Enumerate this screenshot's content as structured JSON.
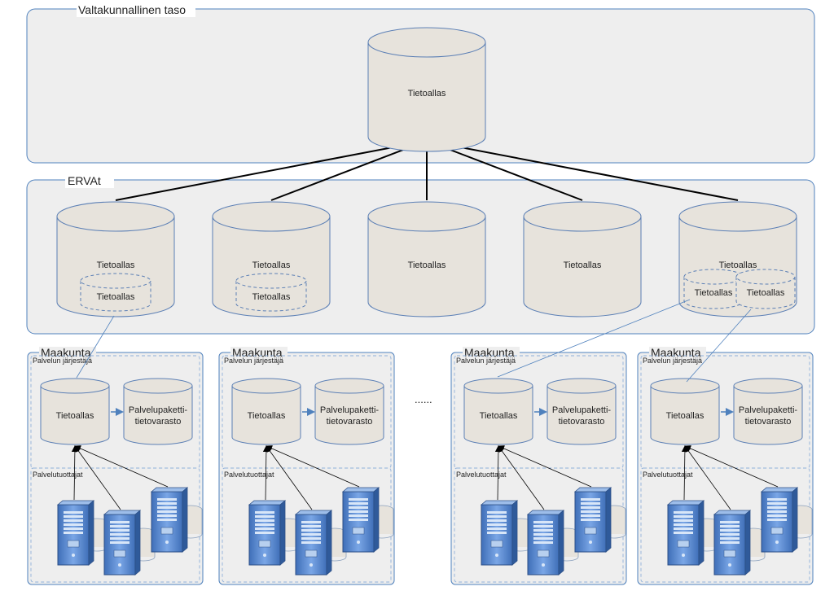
{
  "colors": {
    "panel_fill": "#eeeeee",
    "panel_stroke": "#4f81bd",
    "cylinder_fill": "#e7e3dc",
    "cylinder_stroke": "#5b7fb5",
    "arrow_black": "#000000",
    "connector_blue": "#4f81bd",
    "server_blue": "#5b8fd6"
  },
  "national": {
    "label": "Valtakunnallinen taso",
    "lake_label": "Tietoallas"
  },
  "ervat": {
    "label": "ERVAt",
    "lakes": [
      {
        "label": "Tietoallas",
        "sub": [
          "Tietoallas"
        ]
      },
      {
        "label": "Tietoallas",
        "sub": [
          "Tietoallas"
        ]
      },
      {
        "label": "Tietoallas",
        "sub": []
      },
      {
        "label": "Tietoallas",
        "sub": []
      },
      {
        "label": "Tietoallas",
        "sub": [
          "Tietoallas",
          "Tietoallas"
        ]
      }
    ]
  },
  "ellipsis": "......",
  "regions": [
    {
      "title": "Maakunta",
      "organizer_label": "Palvelun järjestäjä",
      "lake_label": "Tietoallas",
      "store_label": "Palvelupaketti-\ntietovarasto",
      "producers_label": "Palvelutuottajat",
      "server_icons": [
        "server-icon",
        "server-icon",
        "server-icon"
      ]
    },
    {
      "title": "Maakunta",
      "organizer_label": "Palvelun järjestäjä",
      "lake_label": "Tietoallas",
      "store_label": "Palvelupaketti-\ntietovarasto",
      "producers_label": "Palvelutuottajat",
      "server_icons": [
        "server-icon",
        "server-icon",
        "server-icon"
      ]
    },
    {
      "title": "Maakunta",
      "organizer_label": "Palvelun järjestäjä",
      "lake_label": "Tietoallas",
      "store_label": "Palvelupaketti-\ntietovarasto",
      "producers_label": "Palvelutuottajat",
      "server_icons": [
        "server-icon",
        "server-icon",
        "server-icon"
      ]
    },
    {
      "title": "Maakunta",
      "organizer_label": "Palvelun järjestäjä",
      "lake_label": "Tietoallas",
      "store_label": "Palvelupaketti-\ntietovarasto",
      "producers_label": "Palvelutuottajat",
      "server_icons": [
        "server-icon",
        "server-icon",
        "server-icon"
      ]
    }
  ]
}
